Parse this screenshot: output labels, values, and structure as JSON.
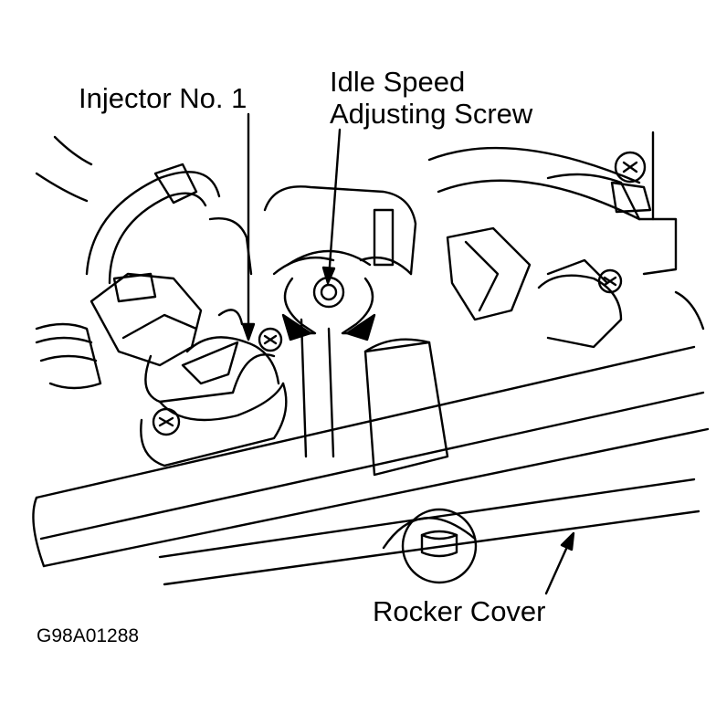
{
  "diagram": {
    "labels": {
      "injector": "Injector No. 1",
      "idle_screw_line1": "Idle Speed",
      "idle_screw_line2": "Adjusting Screw",
      "rocker_cover": "Rocker Cover"
    },
    "figure_code": "G98A01288",
    "colors": {
      "line": "#000000",
      "background": "#ffffff"
    }
  }
}
